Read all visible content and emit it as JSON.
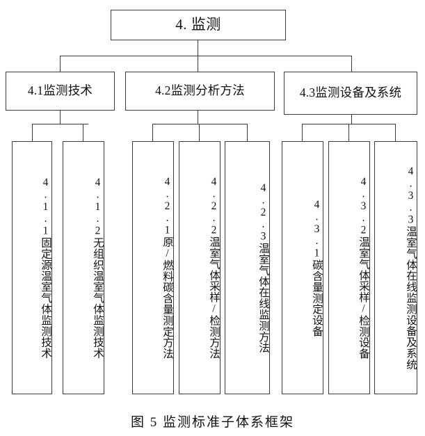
{
  "figure": {
    "caption": "图 5 监测标准子体系框架",
    "root": {
      "label": "4. 监测"
    },
    "branches": [
      {
        "label": "4.1监测技术",
        "children": [
          {
            "label": "4.1.1固定源温室气体监测技术"
          },
          {
            "label": "4.1.2无组织温室气体监测技术"
          }
        ]
      },
      {
        "label": "4.2监测分析方法",
        "children": [
          {
            "label": "4.2.1原/燃料碳含量测定方法"
          },
          {
            "label": "4.2.2温室气体采样/检测方法"
          },
          {
            "label": "4.2.3温室气体在线监测方法"
          }
        ]
      },
      {
        "label": "4.3监测设备及系统",
        "children": [
          {
            "label": "4.3.1碳含量测定设备"
          },
          {
            "label": "4.3.2温室气体采样/检测设备"
          },
          {
            "label": "4.3.3温室气体在线监测设备及系统"
          }
        ]
      }
    ],
    "colors": {
      "border": "#3a3a3a",
      "text": "#111111",
      "background": "#ffffff"
    }
  }
}
